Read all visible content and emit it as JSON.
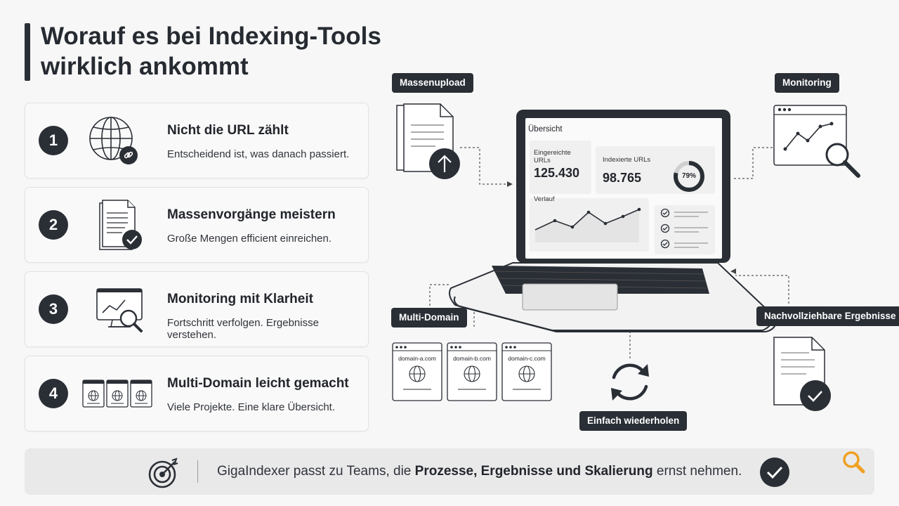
{
  "title": {
    "line1": "Worauf es bei Indexing-Tools",
    "line2": "wirklich ankommt"
  },
  "cards": [
    {
      "number": "1",
      "title": "Nicht die URL zählt",
      "desc": "Entscheidend ist, was danach passiert.",
      "icon": "globe-link-icon"
    },
    {
      "number": "2",
      "title": "Massenvorgänge meistern",
      "desc": "Große Mengen efficient einreichen.",
      "icon": "documents-check-icon"
    },
    {
      "number": "3",
      "title": "Monitoring mit Klarheit",
      "desc": "Fortschritt verfolgen. Ergebnisse verstehen.",
      "icon": "monitor-magnifier-icon"
    },
    {
      "number": "4",
      "title": "Multi-Domain leicht gemacht",
      "desc": "Viele Projekte. Eine klare Übersicht.",
      "icon": "browser-windows-icon"
    }
  ],
  "labels": {
    "massenupload": "Massenupload",
    "monitoring": "Monitoring",
    "multidomain": "Multi-Domain",
    "nachvollziehbar": "Nachvollziehbare Ergebnisse",
    "wiederholen": "Einfach wiederholen"
  },
  "dashboard": {
    "title": "Übersicht",
    "submitted_label": "Eingereichte URLs",
    "submitted_value": "125.430",
    "indexed_label": "Indexierte URLs",
    "indexed_value": "98.765",
    "percent_label": "79%",
    "percent": 79,
    "trend_label": "Verlauf"
  },
  "domains": [
    "domain-a.com",
    "domain-b.com",
    "domain-c.com"
  ],
  "footer": {
    "prefix": "GigaIndexer passt zu Teams, die ",
    "bold": "Prozesse, Ergebnisse und Skalierung",
    "suffix": " ernst nehmen."
  },
  "colors": {
    "dark": "#2a2e35",
    "accent_orange": "#f0a020",
    "background": "#f7f7f7"
  }
}
